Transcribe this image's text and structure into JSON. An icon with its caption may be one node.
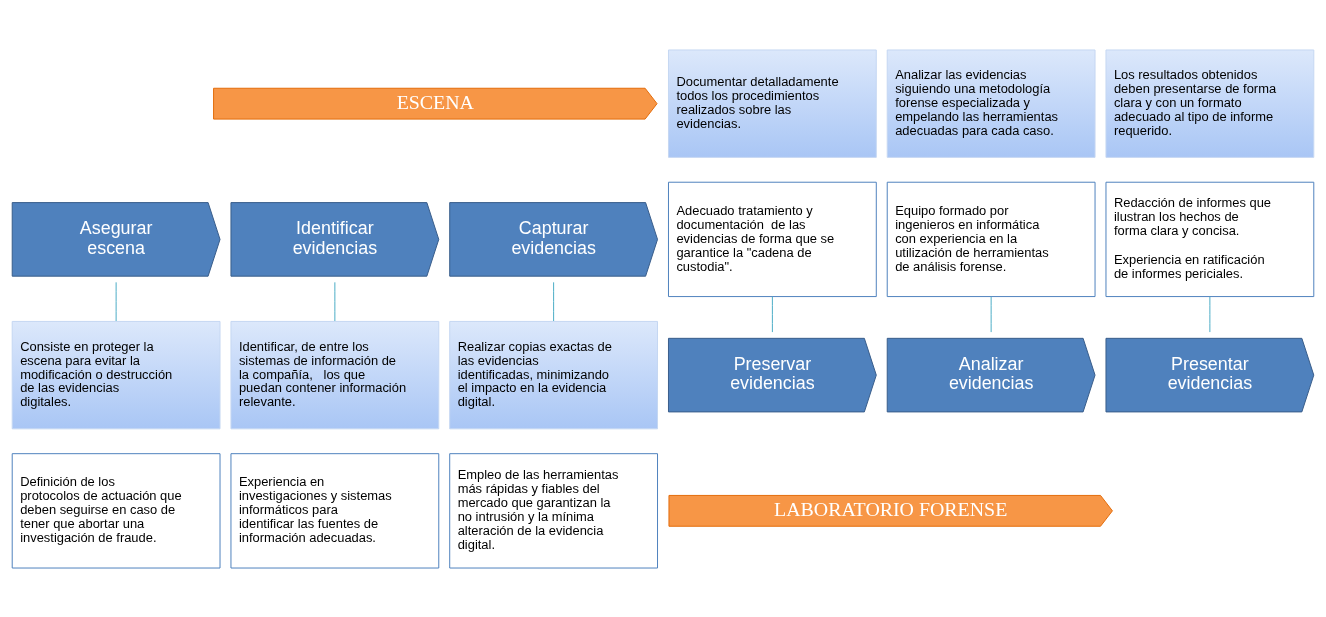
{
  "diagram": {
    "nodes": [
      {
        "text": [
          "ESCENA"
        ]
      },
      {
        "text": [
          "Asegurar escena"
        ]
      },
      {
        "text": [
          "Identificar evidencias"
        ]
      },
      {
        "text": [
          "Capturar evidencias"
        ]
      },
      {
        "text": [
          "Consiste en proteger la escena para evitar la modificación o destrucción de las evidencias digitales."
        ]
      },
      {
        "text": [
          "Identificar, de entre los sistemas de información de la compañía,   los que puedan contener información relevante."
        ]
      },
      {
        "text": [
          "Realizar copias exactas de las evidencias identificadas, minimizando el impacto en la evidencia digital."
        ]
      },
      {
        "text": [
          "Definición de los protocolos de actuación que deben seguirse en caso de tener que abortar una investigación de fraude."
        ]
      },
      {
        "text": [
          "Experiencia en investigaciones y sistemas informáticos para identificar las fuentes de información adecuadas."
        ]
      },
      {
        "text": [
          "Empleo de las herramientas más rápidas y fiables del mercado que garantizan la no intrusión y la mínima alteración de la evidencia digital."
        ]
      },
      {
        "text": [
          "Documentar detalladamente todos los procedimientos realizados sobre las evidencias."
        ]
      },
      {
        "text": [
          "Analizar las evidencias siguiendo una metodología forense especializada y empelando las herramientas adecuadas para cada caso."
        ]
      },
      {
        "text": [
          "Los resultados obtenidos deben presentarse de forma clara y con un formato adecuado al tipo de informe requerido."
        ]
      },
      {
        "text": [
          "Adecuado tratamiento y documentación  de las evidencias de forma que se garantice la \"cadena de custodia\"."
        ]
      },
      {
        "text": [
          "Equipo formado por ingenieros en informática con experiencia en la utilización de herramientas de análisis forense."
        ]
      },
      {
        "text": [
          "Redacción de informes que ilustran los hechos de forma clara y concisa.",
          "Experiencia en ratificación de informes periciales."
        ]
      },
      {
        "text": [
          "Preservar evidencias"
        ]
      },
      {
        "text": [
          "Analizar evidencias"
        ]
      },
      {
        "text": [
          "Presentar evidencias"
        ]
      },
      {
        "text": [
          "LABORATORIO FORENSE"
        ]
      }
    ],
    "edges": [
      {
        "from": 1,
        "to": 4,
        "arrow": "none"
      },
      {
        "from": 2,
        "to": 5,
        "arrow": "none"
      },
      {
        "from": 3,
        "to": 6,
        "arrow": "none"
      },
      {
        "from": 13,
        "to": 16,
        "arrow": "none"
      },
      {
        "from": 14,
        "to": 17,
        "arrow": "none"
      },
      {
        "from": 15,
        "to": 18,
        "arrow": "none"
      }
    ]
  }
}
